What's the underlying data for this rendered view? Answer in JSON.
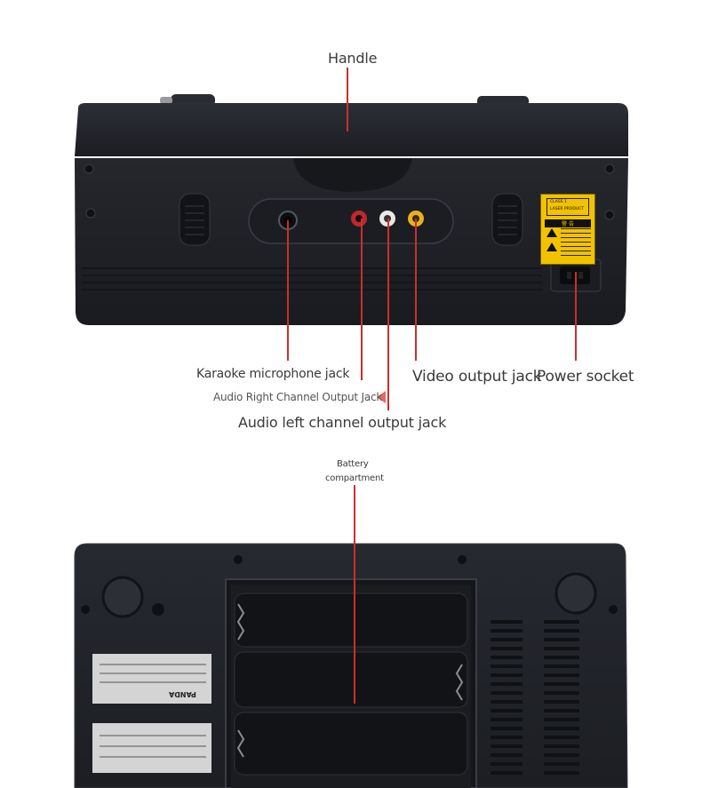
{
  "labels": {
    "handle": "Handle",
    "karaoke": "Karaoke microphone jack",
    "audio_right": "Audio Right Channel Output Jack",
    "audio_left": "Audio left channel output jack",
    "video": "Video output jack",
    "power": "Power socket",
    "battery_line1": "Battery",
    "battery_line2": "compartment"
  },
  "warning_label": {
    "class_line1": "CLASS 1",
    "class_line2": "LASER PRODUCT",
    "warning_title": "警 告"
  },
  "nameplate": {
    "brand": "PANDA"
  },
  "colors": {
    "pointer_line": "#c9302c",
    "device_body": "#1f2127",
    "warning_yellow": "#f2c200",
    "jack_red": "#c0282b",
    "jack_white": "#e8e8e8",
    "jack_yellow": "#e7b21a"
  }
}
